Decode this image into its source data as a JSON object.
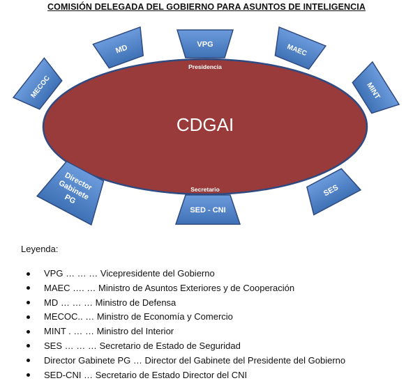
{
  "title": "COMISIÓN DELEGADA DEL GOBIERNO PARA ASUNTOS DE INTELIGENCIA",
  "diagram": {
    "center_label": "CDGAI",
    "top_label": "Presidencia",
    "bottom_label": "Secretario",
    "seats": [
      {
        "id": "vpg",
        "label": "VPG"
      },
      {
        "id": "maec",
        "label": "MAEC"
      },
      {
        "id": "mint",
        "label": "MINT"
      },
      {
        "id": "ses",
        "label": "SES"
      },
      {
        "id": "sed-cni",
        "label": "SED - CNI"
      },
      {
        "id": "director-gabinete-pg",
        "label_lines": [
          "Director",
          "Gabinete",
          "PG"
        ]
      },
      {
        "id": "mecoc",
        "label": "MECOC"
      },
      {
        "id": "md",
        "label": "MD"
      }
    ],
    "colors": {
      "table_fill": "#9a3b3b",
      "table_stroke": "#2f4a80",
      "seat_fill": "#4f83c9",
      "seat_stroke": "#2f4a80",
      "label_text": "#ffffff"
    }
  },
  "legend": {
    "title": "Leyenda:",
    "items": [
      "VPG … … … Vicepresidente del Gobierno",
      "MAEC ….  … Ministro de Asuntos Exteriores y de Cooperación",
      "MD  … … … Ministro de Defensa",
      "MECOC..  … Ministro de Economía y Comercio",
      "MINT . … … Ministro del Interior",
      "SES  … … … Secretario de Estado de Seguridad",
      "Director Gabinete PG … Director del Gabinete del Presidente del Gobierno",
      "SED-CNI  …  Secretario de Estado Director del CNI"
    ]
  }
}
